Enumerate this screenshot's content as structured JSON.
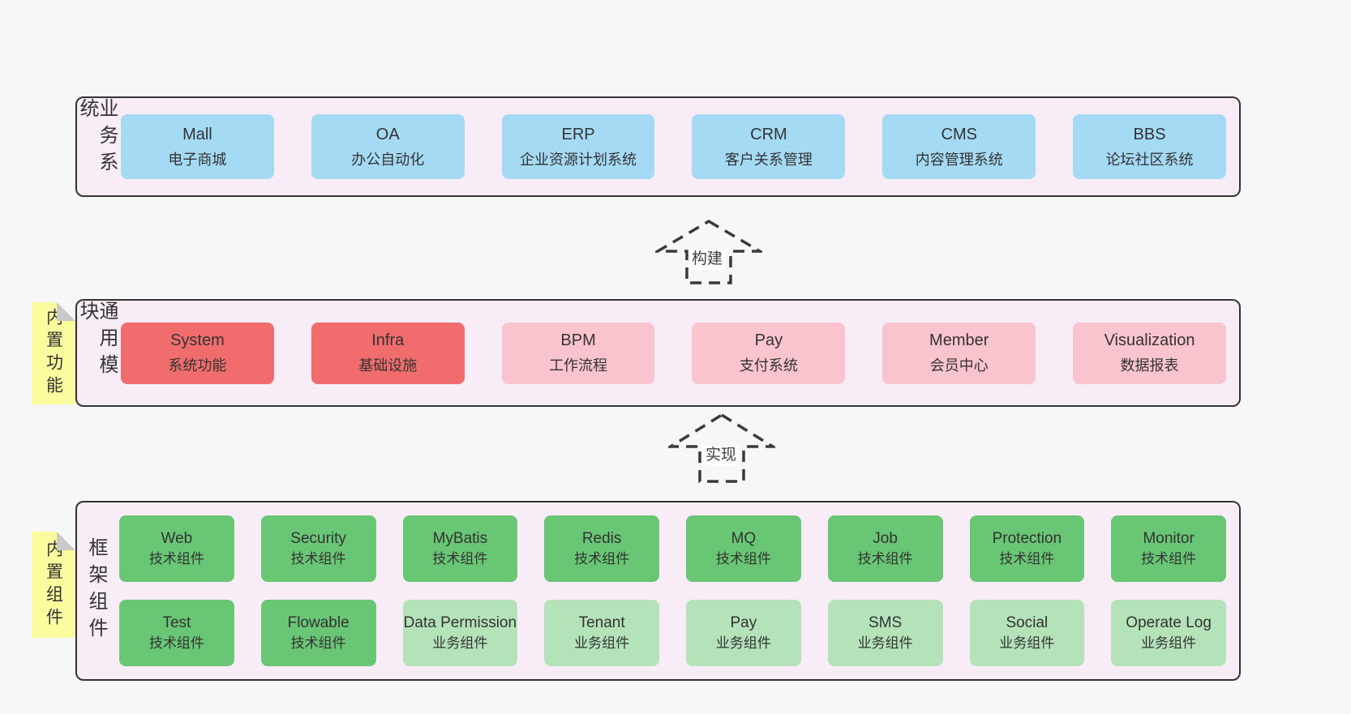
{
  "palette": {
    "page_bg": "#f7f7f7",
    "band_bg": "#f8edf7",
    "band_border": "#333333",
    "blue": "#a5daf5",
    "red": "#f16d6d",
    "pink": "#f9c4cd",
    "green": "#68c675",
    "light_green": "#b4e3ba",
    "tab_yellow": "#fbfc9e",
    "tab_fold": "#c9c9c9",
    "text": "#333333",
    "arrow": "#3a3a3a"
  },
  "bands": {
    "business": {
      "label": "业务系统",
      "boxes": [
        {
          "title": "Mall",
          "subtitle": "电子商城"
        },
        {
          "title": "OA",
          "subtitle": "办公自动化"
        },
        {
          "title": "ERP",
          "subtitle": "企业资源计划系统"
        },
        {
          "title": "CRM",
          "subtitle": "客户关系管理"
        },
        {
          "title": "CMS",
          "subtitle": "内容管理系统"
        },
        {
          "title": "BBS",
          "subtitle": "论坛社区系统"
        }
      ]
    },
    "modules": {
      "label": "通用模块",
      "tab": "内置功能",
      "boxes": [
        {
          "title": "System",
          "subtitle": "系统功能"
        },
        {
          "title": "Infra",
          "subtitle": "基础设施"
        },
        {
          "title": "BPM",
          "subtitle": "工作流程"
        },
        {
          "title": "Pay",
          "subtitle": "支付系统"
        },
        {
          "title": "Member",
          "subtitle": "会员中心"
        },
        {
          "title": "Visualization",
          "subtitle": "数据报表"
        }
      ]
    },
    "components": {
      "label": "框架组件",
      "tab": "内置组件",
      "row1": [
        {
          "title": "Web",
          "subtitle": "技术组件"
        },
        {
          "title": "Security",
          "subtitle": "技术组件"
        },
        {
          "title": "MyBatis",
          "subtitle": "技术组件"
        },
        {
          "title": "Redis",
          "subtitle": "技术组件"
        },
        {
          "title": "MQ",
          "subtitle": "技术组件"
        },
        {
          "title": "Job",
          "subtitle": "技术组件"
        },
        {
          "title": "Protection",
          "subtitle": "技术组件"
        },
        {
          "title": "Monitor",
          "subtitle": "技术组件"
        }
      ],
      "row2": [
        {
          "title": "Test",
          "subtitle": "技术组件"
        },
        {
          "title": "Flowable",
          "subtitle": "技术组件"
        },
        {
          "title": "Data Permission",
          "subtitle": "业务组件"
        },
        {
          "title": "Tenant",
          "subtitle": "业务组件"
        },
        {
          "title": "Pay",
          "subtitle": "业务组件"
        },
        {
          "title": "SMS",
          "subtitle": "业务组件"
        },
        {
          "title": "Social",
          "subtitle": "业务组件"
        },
        {
          "title": "Operate Log",
          "subtitle": "业务组件"
        }
      ]
    }
  },
  "arrows": {
    "build": "构建",
    "implement": "实现"
  }
}
